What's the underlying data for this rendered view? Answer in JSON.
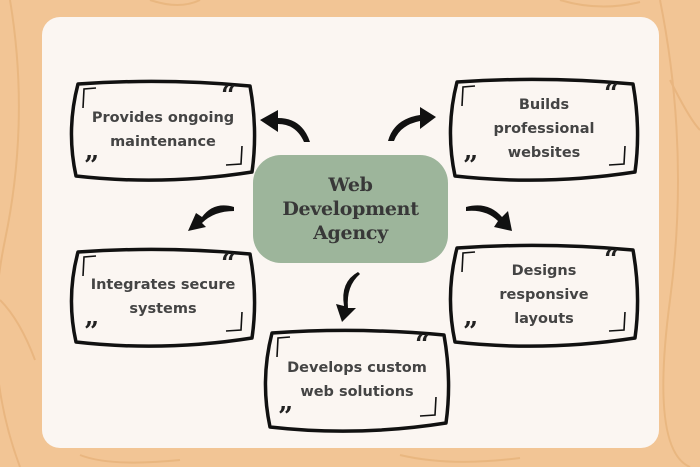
{
  "center": {
    "title_lines": [
      "Web",
      "Development",
      "Agency"
    ]
  },
  "cards": [
    {
      "id": "top-left",
      "lines": [
        "Provides ongoing",
        "maintenance"
      ]
    },
    {
      "id": "top-right",
      "lines": [
        "Builds",
        "professional",
        "websites"
      ]
    },
    {
      "id": "mid-left",
      "lines": [
        "Integrates secure",
        "systems"
      ]
    },
    {
      "id": "mid-right",
      "lines": [
        "Designs",
        "responsive",
        "layouts"
      ]
    },
    {
      "id": "bottom",
      "lines": [
        "Develops custom",
        "web solutions"
      ]
    }
  ],
  "quote_open": "“",
  "quote_close": "”",
  "colors": {
    "background": "#f2c595",
    "panel": "#fbf6f2",
    "center_fill": "#9db59b",
    "text": "#444444",
    "stroke": "#111111"
  }
}
